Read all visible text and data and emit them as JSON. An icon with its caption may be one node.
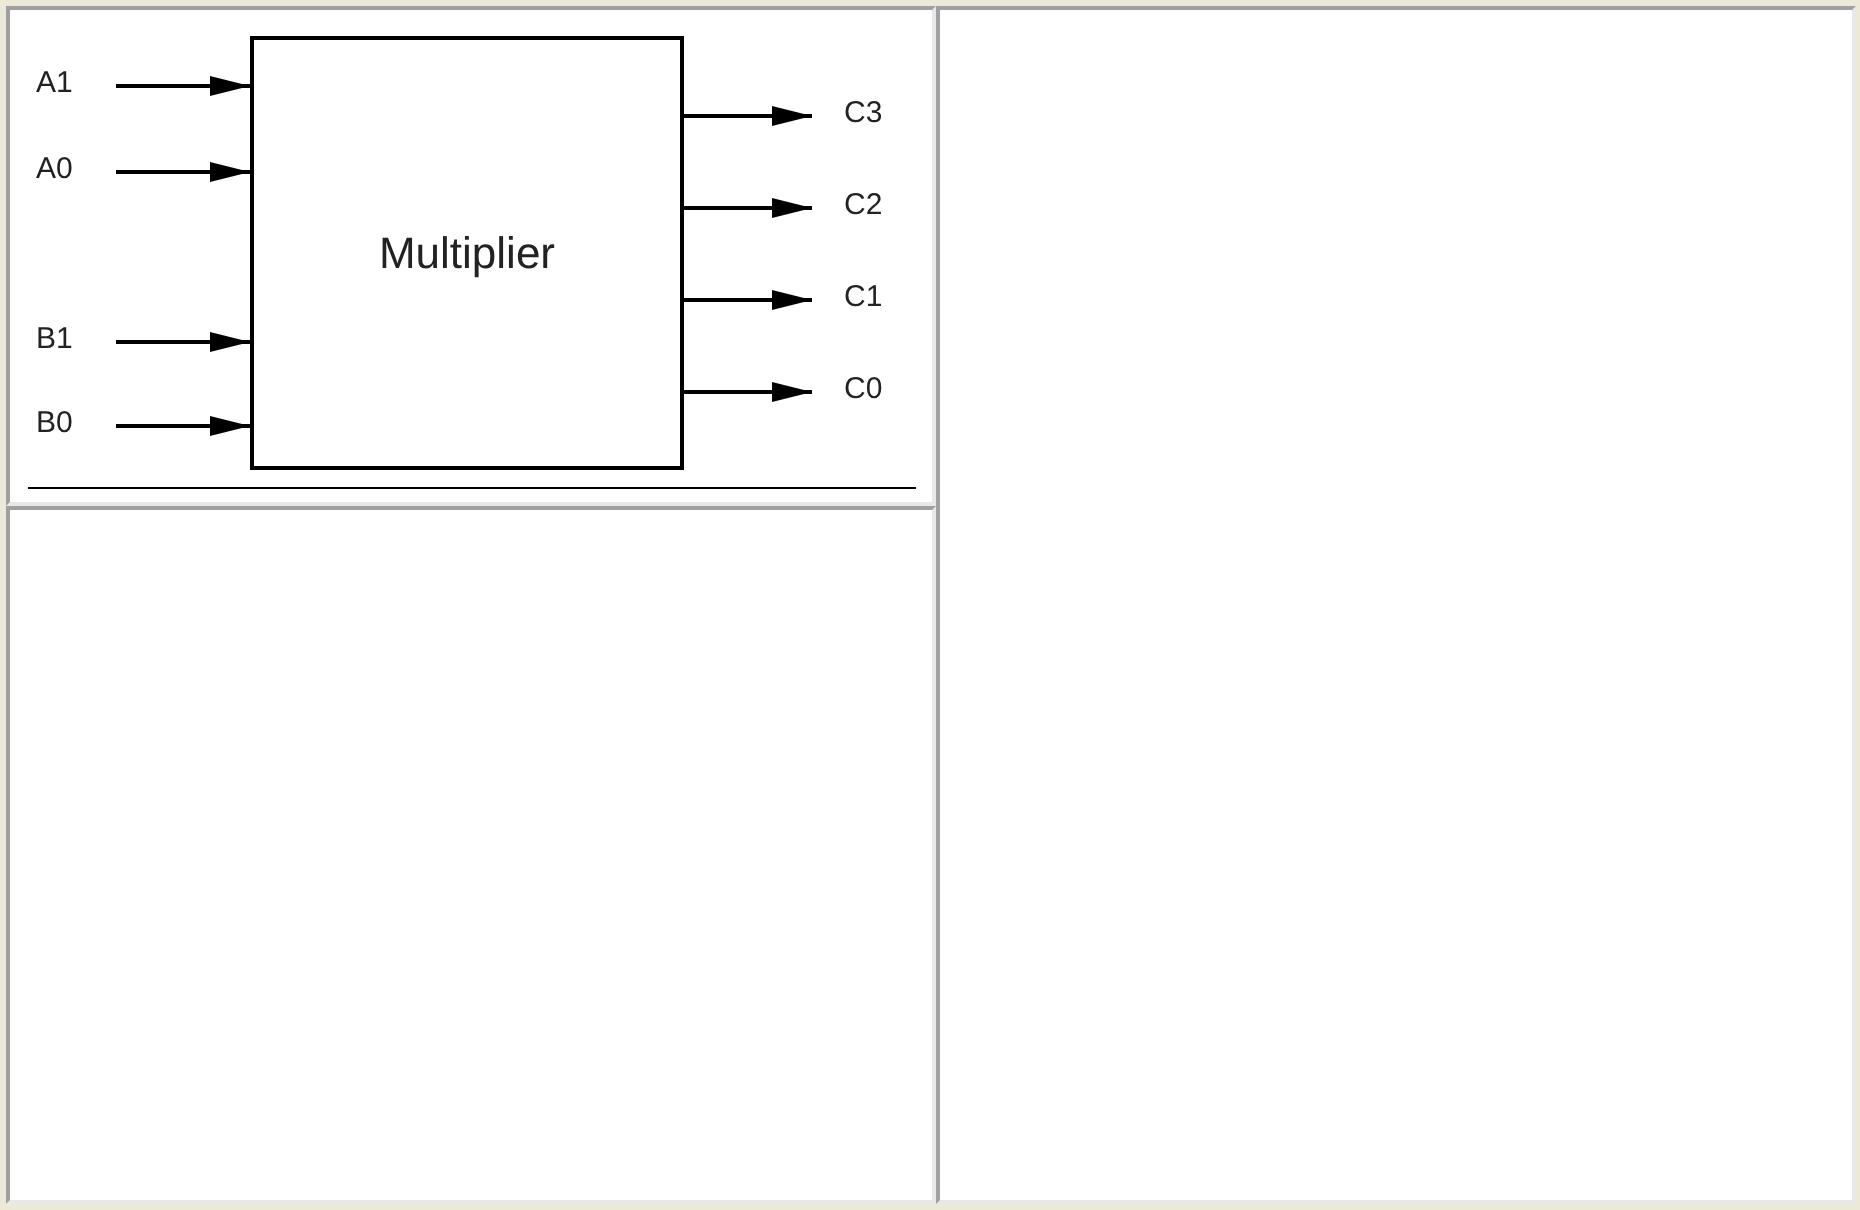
{
  "diagram": {
    "nodes": [
      {
        "text": [
          "A1"
        ]
      },
      {
        "text": [
          "A0"
        ]
      },
      {
        "text": [
          "B1"
        ]
      },
      {
        "text": [
          "B0"
        ]
      },
      {
        "text": [
          "Multiplier"
        ]
      },
      {
        "text": [
          "C3"
        ]
      },
      {
        "text": [
          "C2"
        ]
      },
      {
        "text": [
          "C1"
        ]
      },
      {
        "text": [
          "C0"
        ]
      }
    ],
    "edges": [
      {
        "from": 0,
        "to": 4,
        "arrow": "to"
      },
      {
        "from": 1,
        "to": 4,
        "arrow": "to"
      },
      {
        "from": 2,
        "to": 4,
        "arrow": "to"
      },
      {
        "from": 3,
        "to": 4,
        "arrow": "to"
      },
      {
        "from": 4,
        "to": 5,
        "arrow": "to"
      },
      {
        "from": 4,
        "to": 6,
        "arrow": "to"
      },
      {
        "from": 4,
        "to": 7,
        "arrow": "to"
      },
      {
        "from": 4,
        "to": 8,
        "arrow": "to"
      }
    ]
  }
}
